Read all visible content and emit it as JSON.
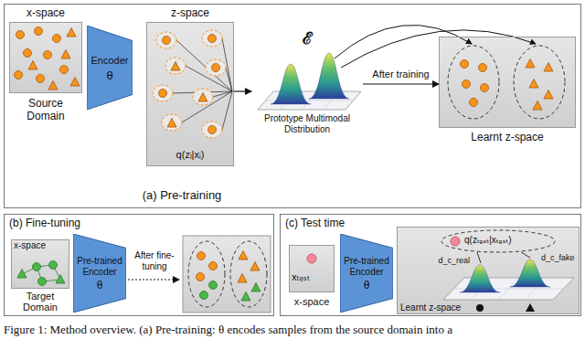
{
  "diagram": {
    "caption": "Figure 1: Method overview. (a) Pre-training: θ encodes samples from the source domain into a",
    "nodes": [
      {
        "text": [
          "(a) Pre-training"
        ]
      },
      {
        "text": [
          "x-space",
          "Source Domain"
        ],
        "in": 0
      },
      {
        "text": [
          "Encoder",
          "θ"
        ],
        "in": 0
      },
      {
        "text": [
          "z-space",
          "q(zᵢ|xᵢ)"
        ],
        "in": 0
      },
      {
        "text": [
          "ℰ",
          "Prototype Multimodal Distribution"
        ],
        "in": 0
      },
      {
        "text": [
          "Learnt z-space"
        ],
        "in": 0
      },
      {
        "text": [
          "(b) Fine-tuning"
        ]
      },
      {
        "text": [
          "x-space",
          "Target Domain"
        ],
        "in": 6
      },
      {
        "text": [
          "Pre-trained Encoder",
          "θ"
        ],
        "in": 6
      },
      {
        "text": [
          "(c) Test time"
        ]
      },
      {
        "text": [
          "xₜₑₛₜ",
          "x-space"
        ],
        "in": 9
      },
      {
        "text": [
          "Pre-trained Encoder",
          "θ"
        ],
        "in": 9
      },
      {
        "text": [
          "q(zₜₑₛₜ|xₜₑₛₜ)",
          "Learnt z-space"
        ],
        "in": 9
      }
    ],
    "edges": [
      {
        "from": 3,
        "to": 4,
        "arrow": "to"
      },
      {
        "from": 4,
        "to": 5,
        "label": "After training",
        "arrow": "to"
      }
    ],
    "labels": [
      "After fine-tuning",
      "d_c_real",
      "d_c_fake"
    ]
  }
}
